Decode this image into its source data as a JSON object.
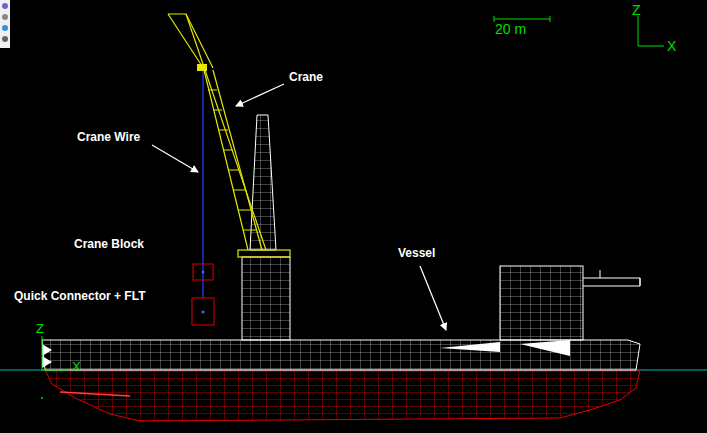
{
  "diagram": {
    "labels": [
      "20 m",
      "Z",
      "X",
      "Crane",
      "Crane Wire",
      "Crane Block",
      "Quick Connector + FLT",
      "Vessel",
      "Z",
      "X"
    ]
  }
}
